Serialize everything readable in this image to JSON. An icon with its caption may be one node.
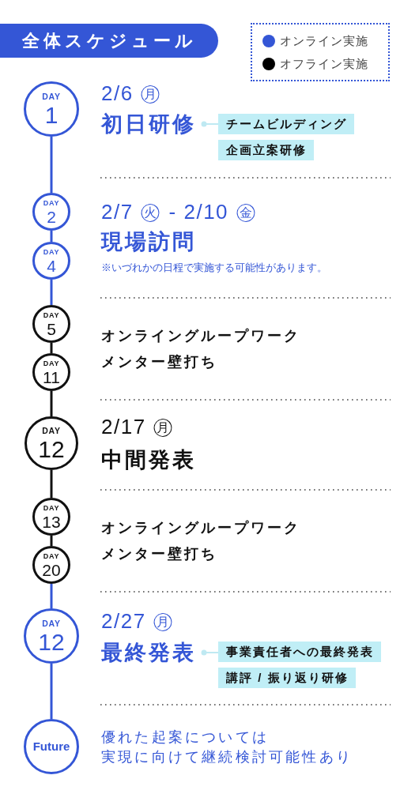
{
  "diagram": {
    "title": "全体スケジュール",
    "nodes": [
      {
        "text": [
          "DAY",
          "1"
        ]
      },
      {
        "text": [
          "初日研修"
        ],
        "beside": [
          "2/6 ㊊"
        ]
      },
      {
        "text": [
          "チームビルディング"
        ]
      },
      {
        "text": [
          "企画立案研修"
        ]
      },
      {
        "text": [
          "DAY",
          "2"
        ]
      },
      {
        "text": [
          "DAY",
          "4"
        ]
      },
      {
        "text": [
          "DAY",
          "5"
        ]
      },
      {
        "text": [
          "DAY",
          "11"
        ]
      },
      {
        "text": [
          "DAY",
          "12"
        ]
      },
      {
        "text": [
          "DAY",
          "13"
        ]
      },
      {
        "text": [
          "DAY",
          "20"
        ]
      },
      {
        "text": [
          "DAY",
          "12"
        ]
      },
      {
        "text": [
          "最終発表"
        ],
        "beside": [
          "2/27 ㊊"
        ]
      },
      {
        "text": [
          "事業責任者への最終発表"
        ]
      },
      {
        "text": [
          "講評 / 振り返り研修"
        ]
      },
      {
        "text": [
          "Future"
        ]
      }
    ],
    "edges": [
      {
        "from": 0,
        "to": 4,
        "arrow": "none"
      },
      {
        "from": 1,
        "to": 2,
        "arrow": "other",
        "color": "#bfe9f2"
      },
      {
        "from": 4,
        "to": 5,
        "arrow": "none"
      },
      {
        "from": 5,
        "to": 6,
        "arrow": "none"
      },
      {
        "from": 6,
        "to": 7,
        "arrow": "none",
        "color": "#111111"
      },
      {
        "from": 7,
        "to": 8,
        "arrow": "none",
        "color": "#111111"
      },
      {
        "from": 8,
        "to": 9,
        "arrow": "none",
        "color": "#111111"
      },
      {
        "from": 9,
        "to": 10,
        "arrow": "none",
        "color": "#111111"
      },
      {
        "from": 10,
        "to": 11,
        "arrow": "none"
      },
      {
        "from": 12,
        "to": 13,
        "arrow": "other",
        "color": "#bfe9f2"
      },
      {
        "from": 11,
        "to": 15,
        "arrow": "none"
      }
    ],
    "labels": [
      "2/7 ㊋ - 2/10 ㊎",
      "現場訪問",
      "※いづれかの日程で実施する可能性があります。",
      "オンライングループワーク",
      "メンター壁打ち",
      "2/17 ㊊",
      "中間発表",
      "オンライングループワーク",
      "メンター壁打ち",
      "優れた起案については",
      "実現に向けて継続検討可能性あり"
    ],
    "legend": [
      {
        "text": "オンライン実施",
        "color": "#3456d6"
      },
      {
        "text": "オフライン実施",
        "color": "#000000"
      }
    ]
  }
}
